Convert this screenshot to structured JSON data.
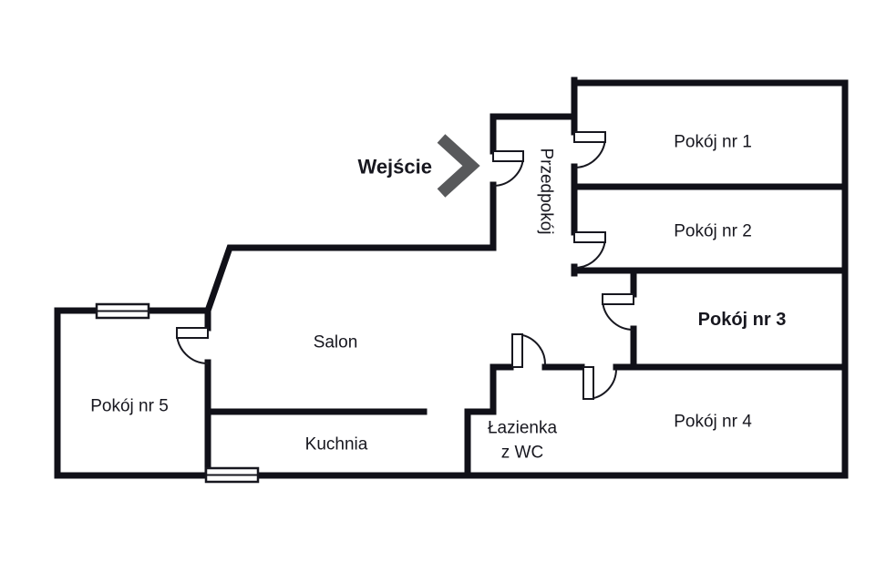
{
  "colors": {
    "wall": "#101018",
    "text": "#17171f",
    "accent_red": "#e6392e",
    "arrow_gray": "#58595b"
  },
  "entrance": {
    "label": "Wejście",
    "arrow_icon": "chevron-right-icon"
  },
  "rooms": [
    {
      "id": "pokoj-1",
      "label": "Pokój nr 1"
    },
    {
      "id": "pokoj-2",
      "label": "Pokój nr 2"
    },
    {
      "id": "pokoj-3",
      "label": "Pokój nr 3",
      "highlight": true
    },
    {
      "id": "pokoj-4",
      "label": "Pokój nr 4"
    },
    {
      "id": "pokoj-5",
      "label": "Pokój nr 5"
    },
    {
      "id": "salon",
      "label": "Salon"
    },
    {
      "id": "kuchnia",
      "label": "Kuchnia"
    },
    {
      "id": "przedpokoj",
      "label": "Przedpokój"
    },
    {
      "id": "lazienka",
      "label": "Łazienka",
      "label_line2": "z WC"
    }
  ]
}
